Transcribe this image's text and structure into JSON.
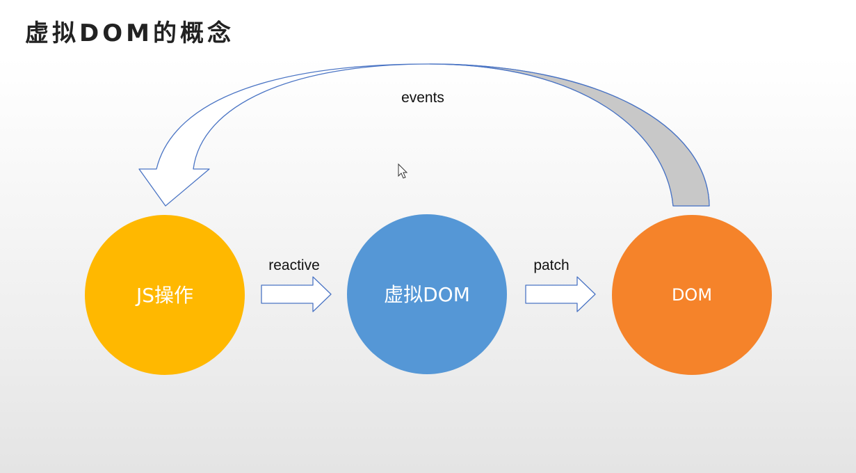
{
  "title": "虚拟DOM的概念",
  "nodes": {
    "js": {
      "label": "JS操作",
      "color": "#ffb800"
    },
    "vdom": {
      "label": "虚拟DOM",
      "color": "#5597d6"
    },
    "dom": {
      "label": "DOM",
      "color": "#f5832a"
    }
  },
  "edges": {
    "reactive": "reactive",
    "patch": "patch",
    "events": "events"
  },
  "colors": {
    "arrow_stroke": "#4a74c4",
    "arrow_fill": "#ffffff",
    "curve_inner_fill": "#c8c8c8"
  }
}
